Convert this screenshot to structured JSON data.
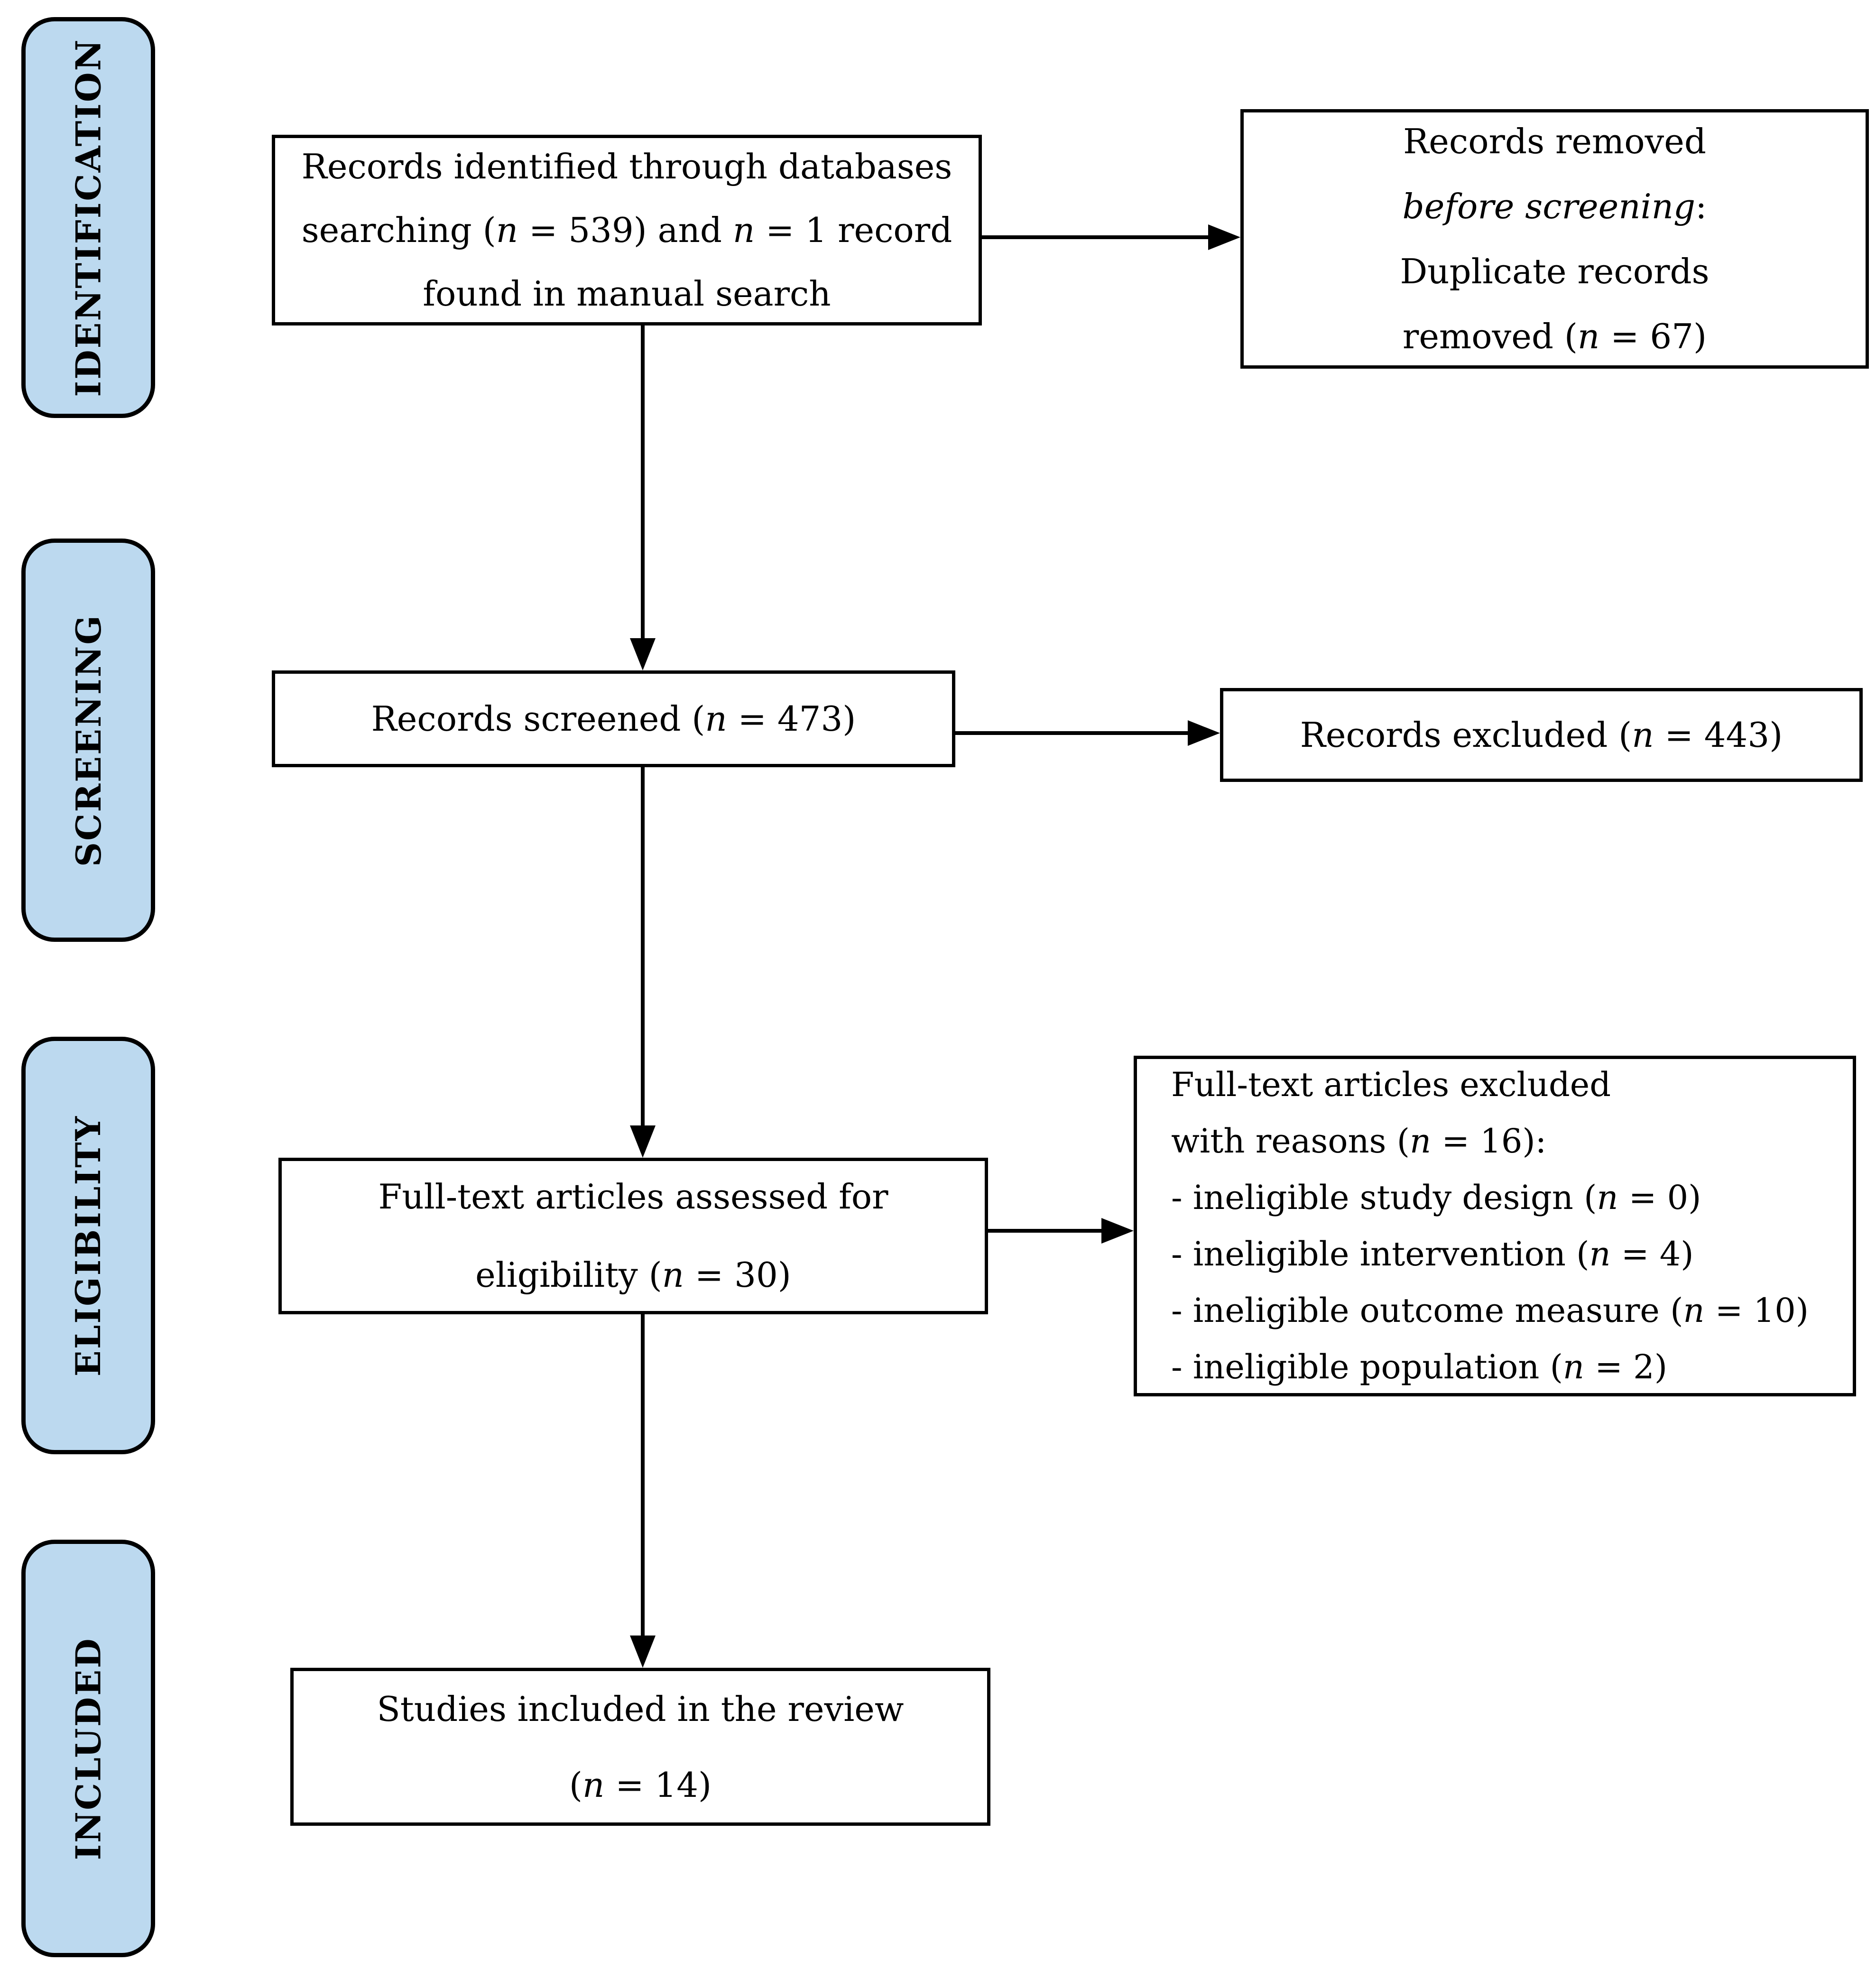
{
  "figure": {
    "type": "prisma-flow-diagram",
    "stages": {
      "identification": "IDENTIFICATION",
      "screening": "SCREENING",
      "eligibility": "ELIGIBILITY",
      "included": "INCLUDED"
    },
    "boxes": {
      "identified": {
        "lines": [
          "Records identified through databases",
          "searching (*n* = 539) and *n* = 1 record",
          "found in manual search"
        ]
      },
      "removed_before_screening": {
        "lines": [
          "Records removed",
          "*before screening*:",
          "Duplicate records",
          "removed (*n* = 67)"
        ]
      },
      "screened": {
        "lines": [
          "Records screened (*n* = 473)"
        ]
      },
      "excluded": {
        "lines": [
          "Records excluded (*n* = 443)"
        ]
      },
      "fulltext_assessed": {
        "lines": [
          "Full-text articles assessed for",
          "eligibility (*n* = 30)"
        ]
      },
      "fulltext_excluded": {
        "lines": [
          "Full-text articles excluded",
          "with reasons (*n* = 16):",
          "- ineligible study design (*n* = 0)",
          "- ineligible intervention (*n* = 4)",
          "- ineligible outcome measure (*n* = 10)",
          "- ineligible population (*n* = 2)"
        ]
      },
      "included_studies": {
        "lines": [
          "Studies included in the review",
          "(*n* = 14)"
        ]
      }
    },
    "colors": {
      "stage_fill": "#BCD9EF",
      "stage_border": "#000000",
      "box_fill": "#FFFFFF",
      "box_border": "#000000",
      "arrow": "#000000",
      "background": "#FFFFFF"
    }
  }
}
